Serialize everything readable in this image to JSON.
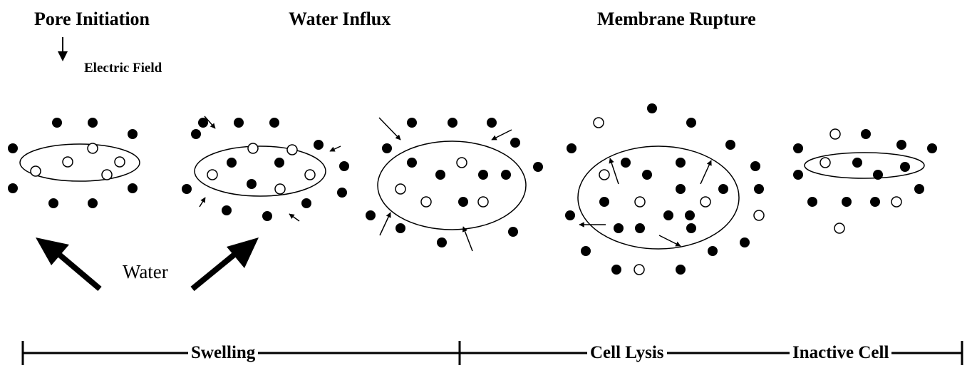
{
  "titles": {
    "pore_initiation": "Pore Initiation",
    "water_influx": "Water Influx",
    "membrane_rupture": "Membrane Rupture"
  },
  "labels": {
    "electric_field": "Electric Field",
    "water": "Water"
  },
  "phases": {
    "swelling": "Swelling",
    "cell_lysis": "Cell Lysis",
    "inactive_cell": "Inactive Cell"
  }
}
